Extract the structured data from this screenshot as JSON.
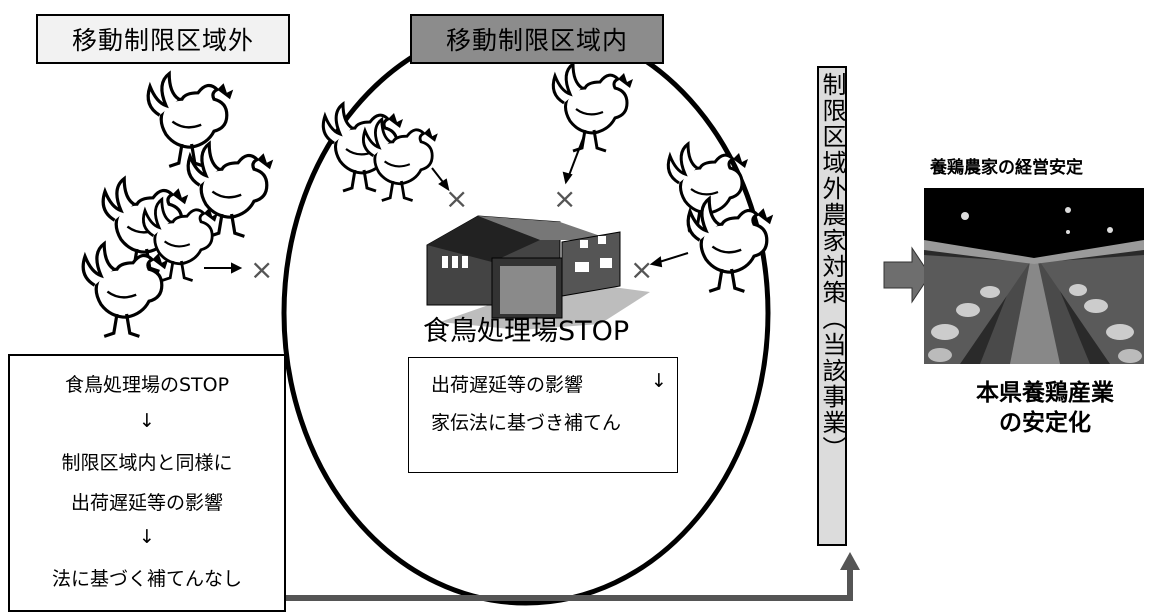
{
  "labels": {
    "outside_zone": "移動制限区域外",
    "inside_zone": "移動制限区域内",
    "plant_stop": "食鳥処理場STOP",
    "vertical_measure": "制限区域外農家対策（当該事業）",
    "farm_stability": "養鶏農家の経営安定",
    "industry_stability_line1": "本県養鶏産業",
    "industry_stability_line2": "の安定化"
  },
  "inside_box": {
    "line1": "出荷遅延等の影響",
    "arrow": "↓",
    "line2": "家伝法に基づき補てん"
  },
  "outside_box": {
    "line1": "食鳥処理場のSTOP",
    "arrow1": "↓",
    "line2": "制限区域内と同様に",
    "line3": "出荷遅延等の影響",
    "arrow2": "↓",
    "line4": "法に基づく補てんなし"
  },
  "symbols": {
    "blocked": "×"
  },
  "icons": [
    "rooster-icon",
    "processing-plant-icon",
    "poultry-barn-photo"
  ]
}
